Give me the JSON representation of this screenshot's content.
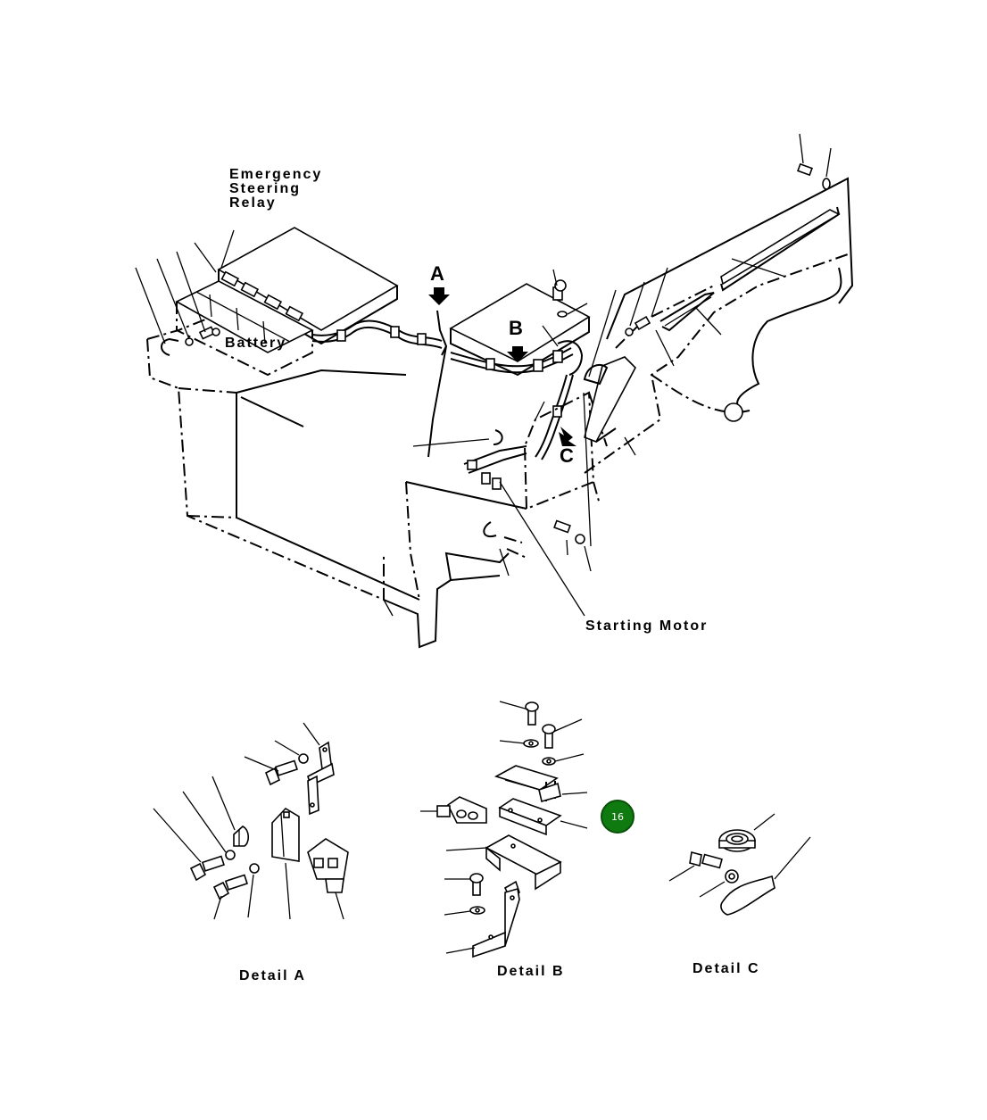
{
  "labels": {
    "relay_line1": "Emergency",
    "relay_line2": "Steering",
    "relay_line3": "Relay",
    "battery": "Battery",
    "starting_motor": "Starting Motor",
    "detail_a": "Detail  A",
    "detail_b": "Detail  B",
    "detail_c": "Detail  C"
  },
  "view_letters": {
    "a": "A",
    "b": "B",
    "c": "C"
  },
  "callout": {
    "number": "16",
    "color": "#0f7a0f"
  }
}
